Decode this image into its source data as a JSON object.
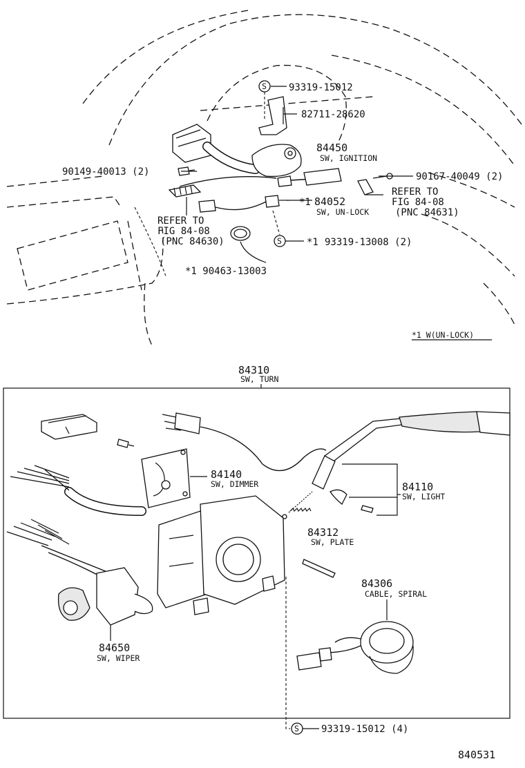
{
  "labels": {
    "bolt_93319_15012_top": "93319-15012",
    "bracket_82711": "82711-28620",
    "ign_pn": "84450",
    "ign_name": "SW, IGNITION",
    "bolt_90149": "90149-40013 (2)",
    "bolt_90167": "90167-40049 (2)",
    "refer_r1": "REFER TO",
    "refer_r2": "FIG 84-08",
    "refer_r3": "(PNC 84631)",
    "unlock_star": "*1",
    "unlock_pn": "84052",
    "unlock_name": "SW, UN-LOCK",
    "refer_l1": "REFER TO",
    "refer_l2": "FIG 84-08",
    "refer_l3": "(PNC 84630)",
    "screw_93319_13008_star": "*1",
    "screw_93319_13008": "93319-13008 (2)",
    "clamp_90463": "*1 90463-13003",
    "footnote": "*1 W(UN-LOCK)",
    "turn_pn": "84310",
    "turn_name": "SW, TURN",
    "dimmer_pn": "84140",
    "dimmer_name": "SW, DIMMER",
    "light_pn": "84110",
    "light_name": "SW, LIGHT",
    "plate_pn": "84312",
    "plate_name": "SW, PLATE",
    "spiral_pn": "84306",
    "spiral_name": "CABLE, SPIRAL",
    "wiper_pn": "84650",
    "wiper_name": "SW, WIPER",
    "screw_bottom": "93319-15012 (4)",
    "s_mark": "S",
    "figure_no": "840531"
  }
}
